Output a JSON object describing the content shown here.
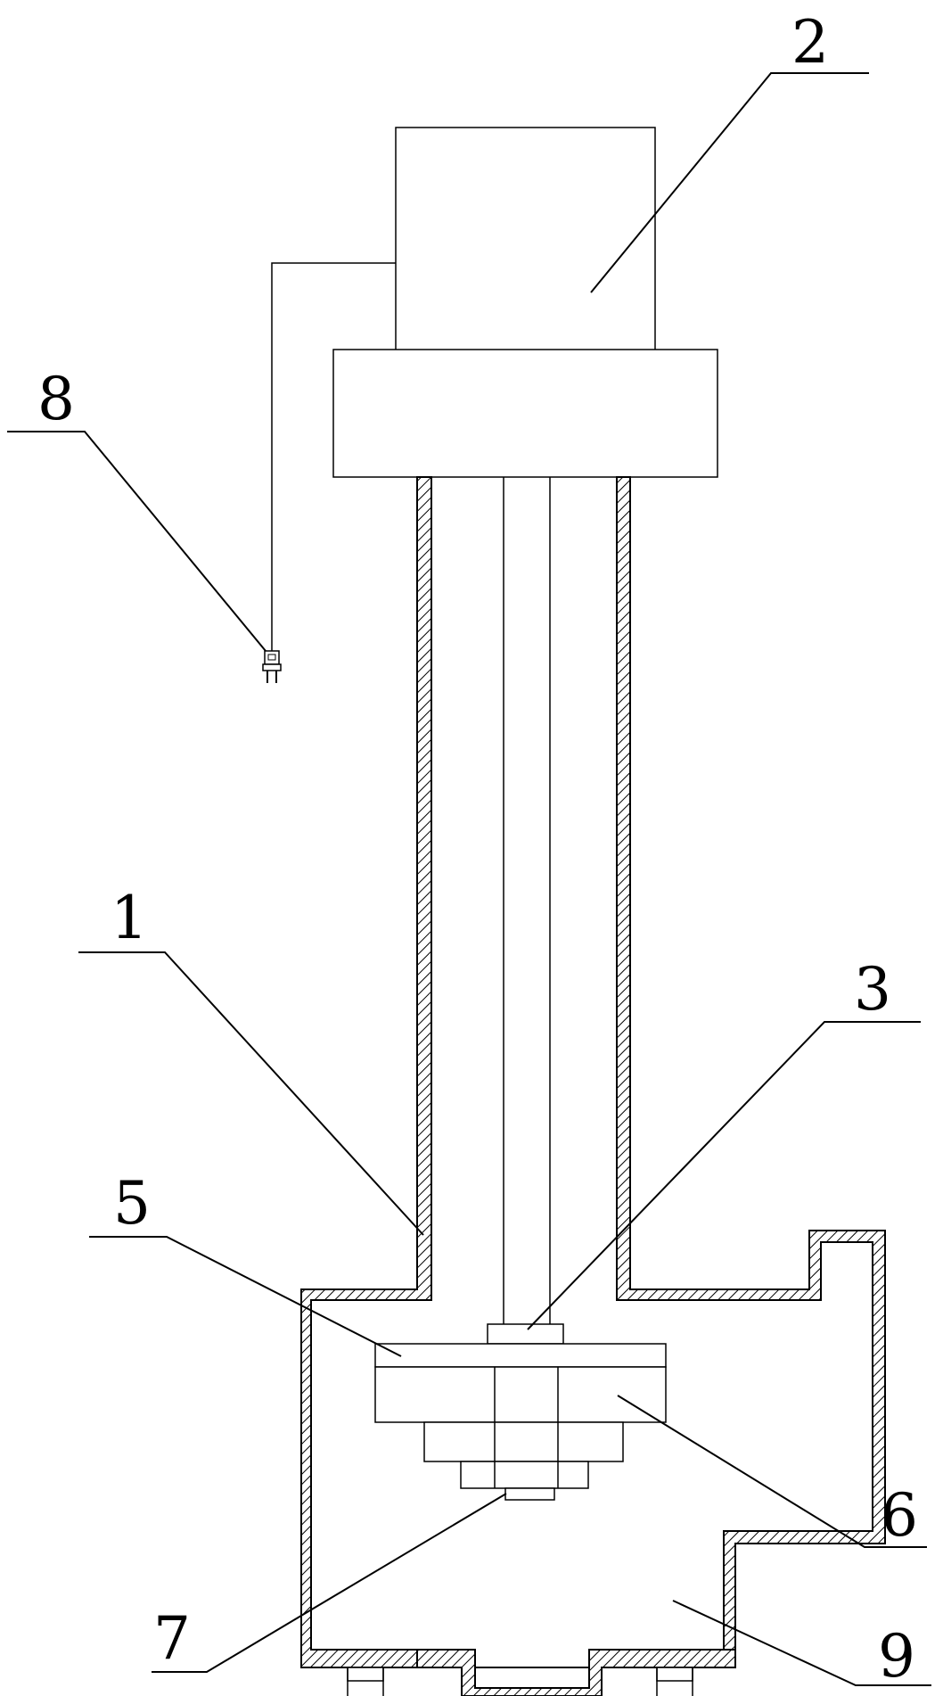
{
  "callouts": {
    "label_1": "1",
    "label_2": "2",
    "label_3": "3",
    "label_5": "5",
    "label_6": "6",
    "label_7": "7",
    "label_8": "8",
    "label_9": "9"
  },
  "colors": {
    "line": "#000000",
    "background": "#ffffff"
  }
}
